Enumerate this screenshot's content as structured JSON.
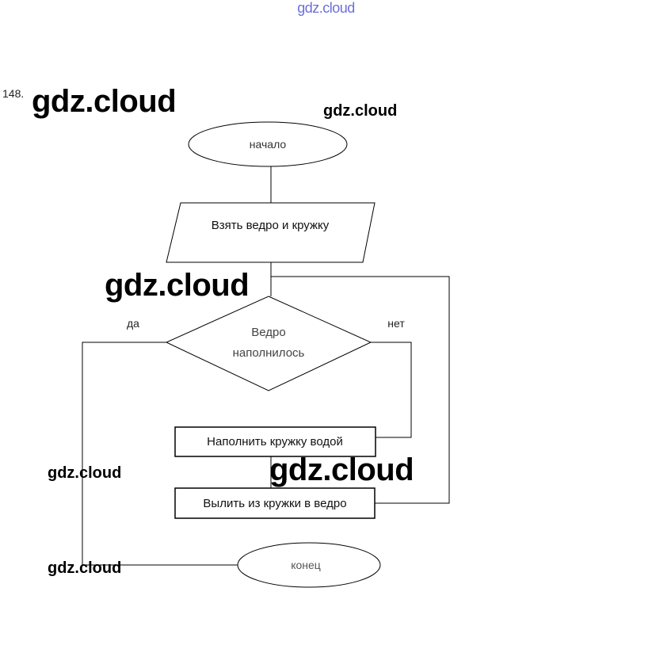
{
  "watermarks": {
    "top": "gdz.cloud",
    "main_left": "gdz.cloud",
    "right_small": "gdz.cloud",
    "middle": "gdz.cloud",
    "lower_middle": "gdz.cloud",
    "left_a": "gdz.cloud",
    "left_b": "gdz.cloud"
  },
  "task_number": "148.",
  "flowchart": {
    "start": "начало",
    "input": "Взять ведро и кружку",
    "decision_line1": "Ведро",
    "decision_line2": "наполнилось",
    "yes_label": "да",
    "no_label": "нет",
    "process1": "Наполнить кружку водой",
    "process2": "Вылить из кружки в ведро",
    "end": "конец"
  },
  "colors": {
    "line": "#000000",
    "watermark_top": "#6b6fd6"
  }
}
